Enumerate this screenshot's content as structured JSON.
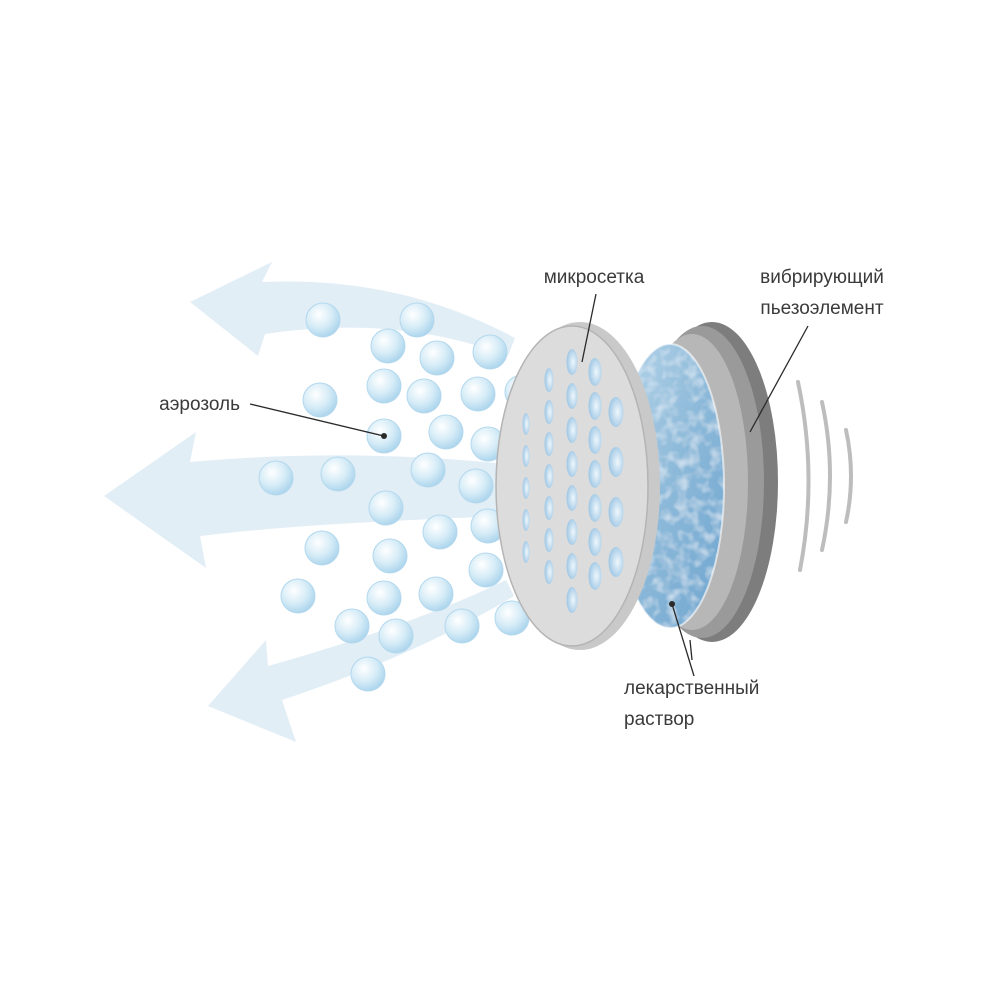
{
  "diagram": {
    "labels": {
      "mesh": "микросетка",
      "piezo_line1": "вибрирующий",
      "piezo_line2": "пьезоэлемент",
      "aerosol": "аэрозоль",
      "solution_line1": "лекарственный",
      "solution_line2": "раствор"
    },
    "colors": {
      "arrow": "#e2eef6",
      "droplet": "#bfe0f2",
      "mesh": "#dcdcdc",
      "mesh_edge": "#b4b4b4",
      "hole": "#a3c9e6",
      "piezo": "#8a8a8a",
      "piezo_face": "#b5b5b5",
      "solution": "#8cb9d9",
      "waves": "#bdbdbd"
    },
    "icons": [
      "aerosol-arrow-icon",
      "droplet-icon",
      "mesh-disc-icon",
      "piezo-element-icon",
      "vibration-waves-icon"
    ]
  }
}
